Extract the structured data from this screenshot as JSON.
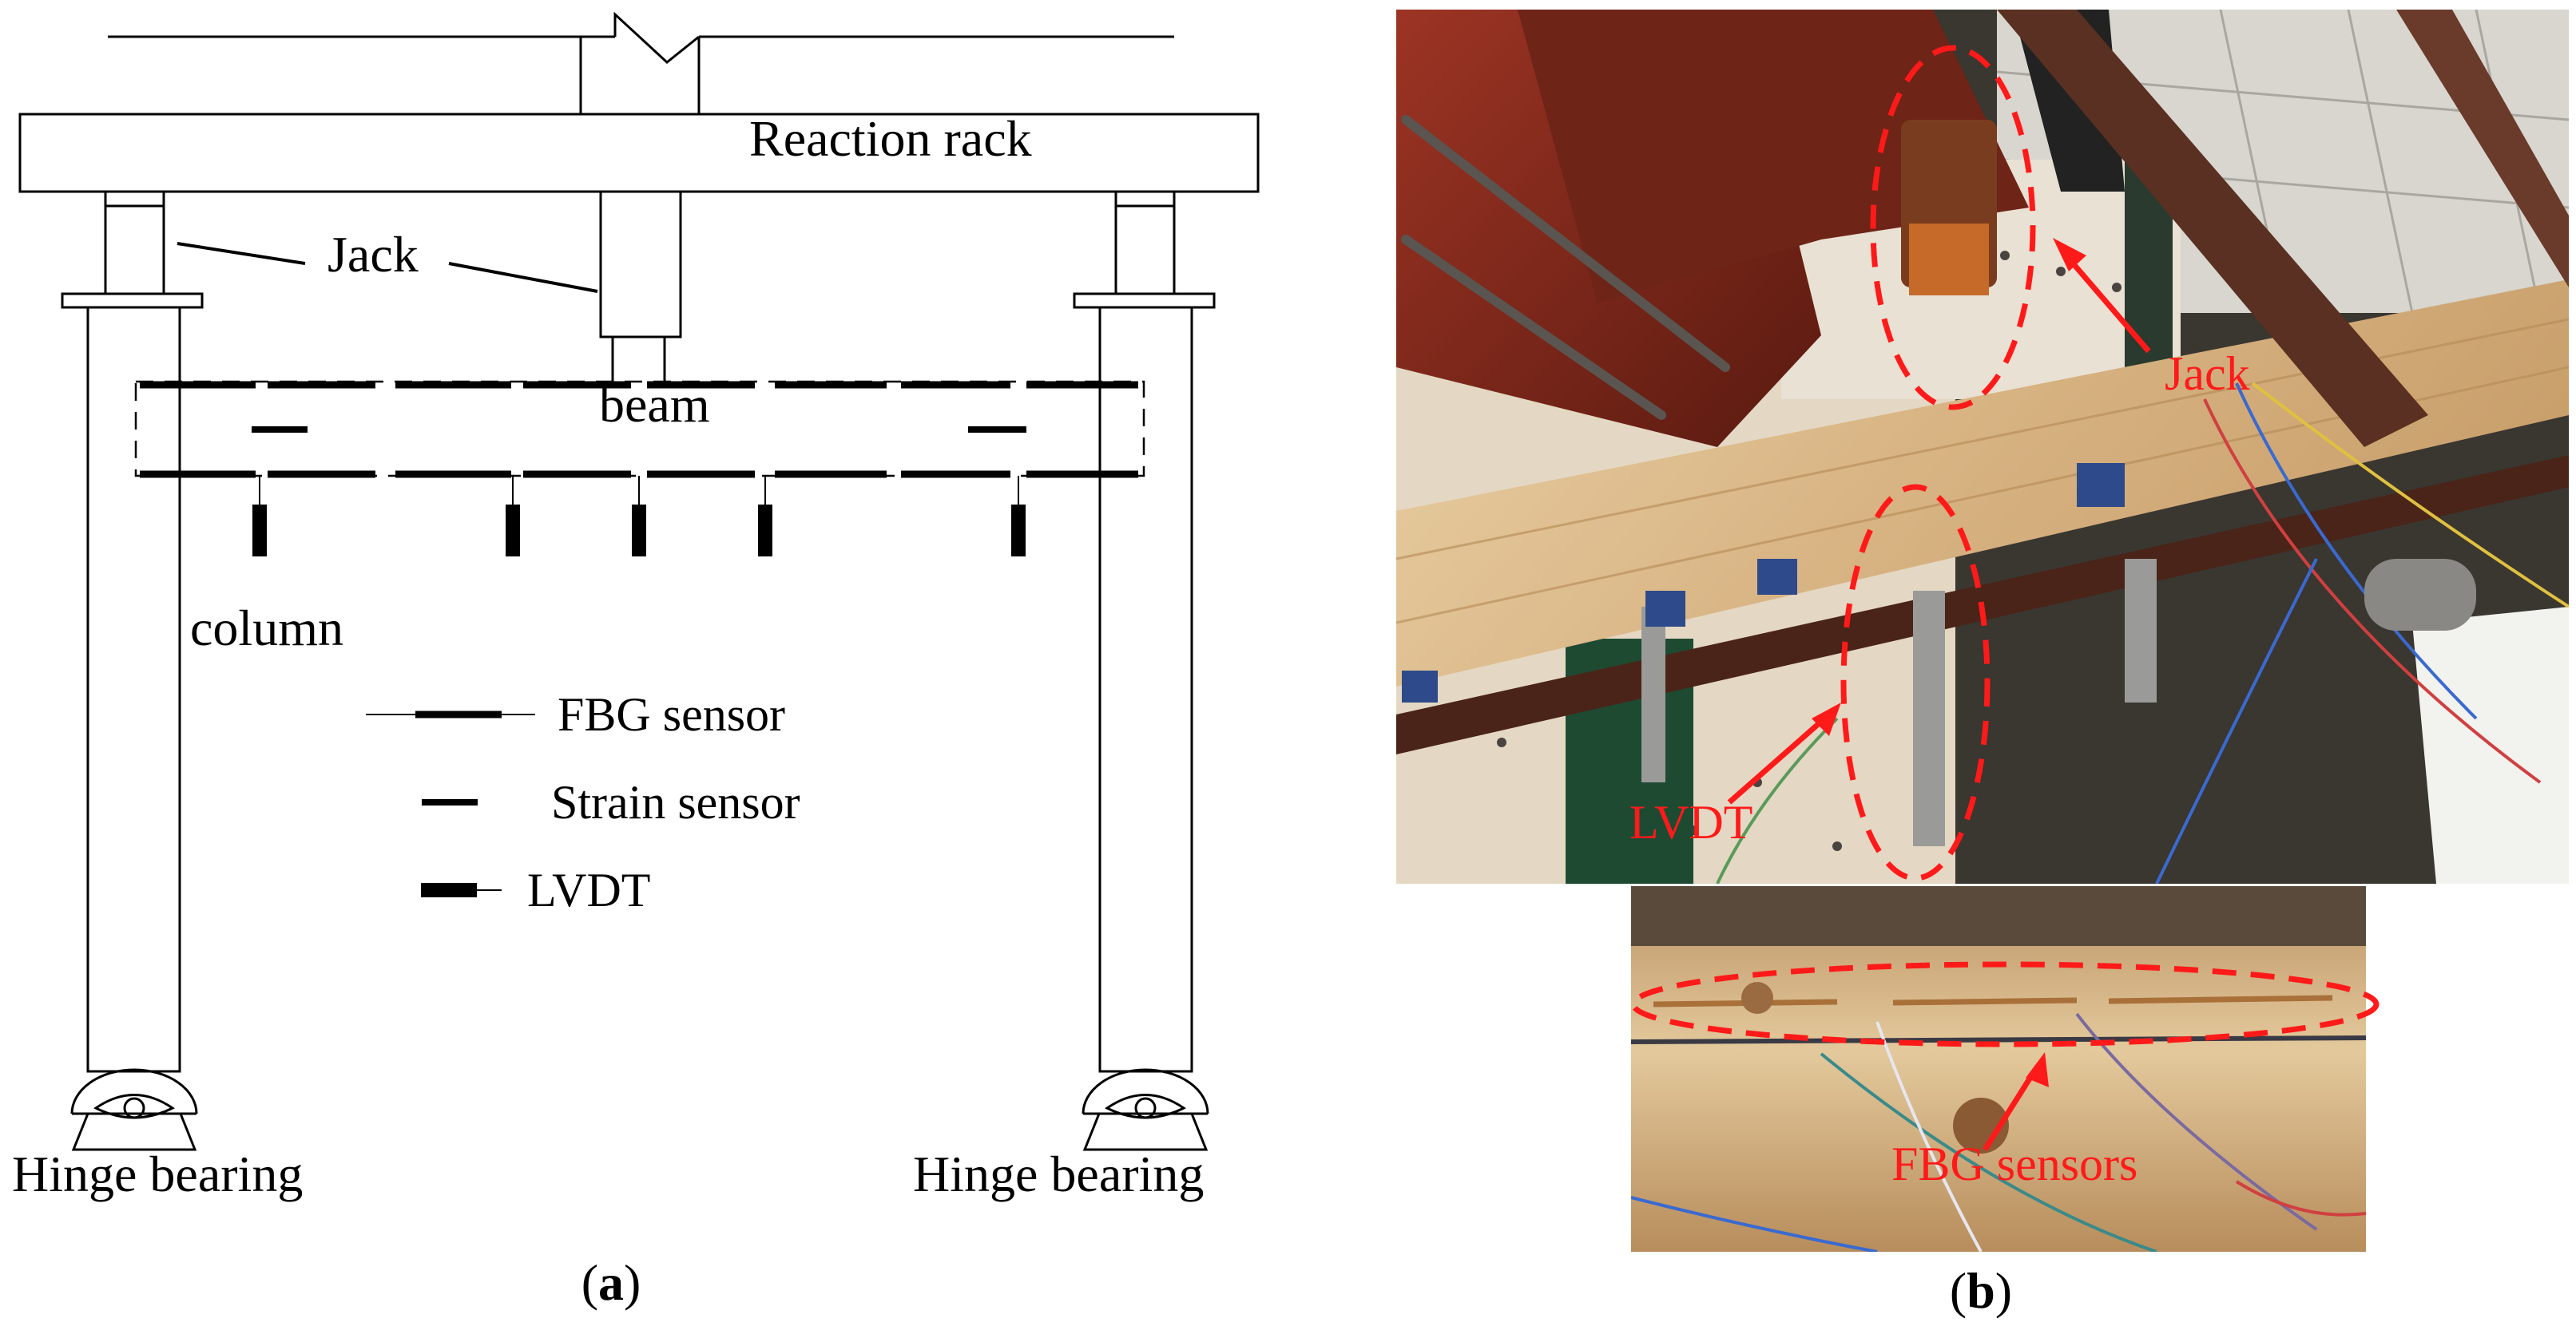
{
  "panel_a": {
    "reaction_rack_label": "Reaction rack",
    "jack_label": "Jack",
    "beam_label": "beam",
    "column_label": "column",
    "hinge_left_label": "Hinge bearing",
    "hinge_right_label": "Hinge bearing",
    "legend": {
      "fbg": "FBG sensor",
      "strain": "Strain sensor",
      "lvdt": "LVDT"
    },
    "caption_open": "(",
    "caption_letter": "a",
    "caption_close": ")"
  },
  "panel_b": {
    "jack_label": "Jack",
    "lvdt_label": "LVDT",
    "fbg_label": "FBG sensors",
    "caption_open": "(",
    "caption_letter": "b",
    "caption_close": ")"
  },
  "colors": {
    "annotation_red": "#ff1a1a",
    "steel_red": "#8a2a1e",
    "timber": "#d9b98a"
  }
}
